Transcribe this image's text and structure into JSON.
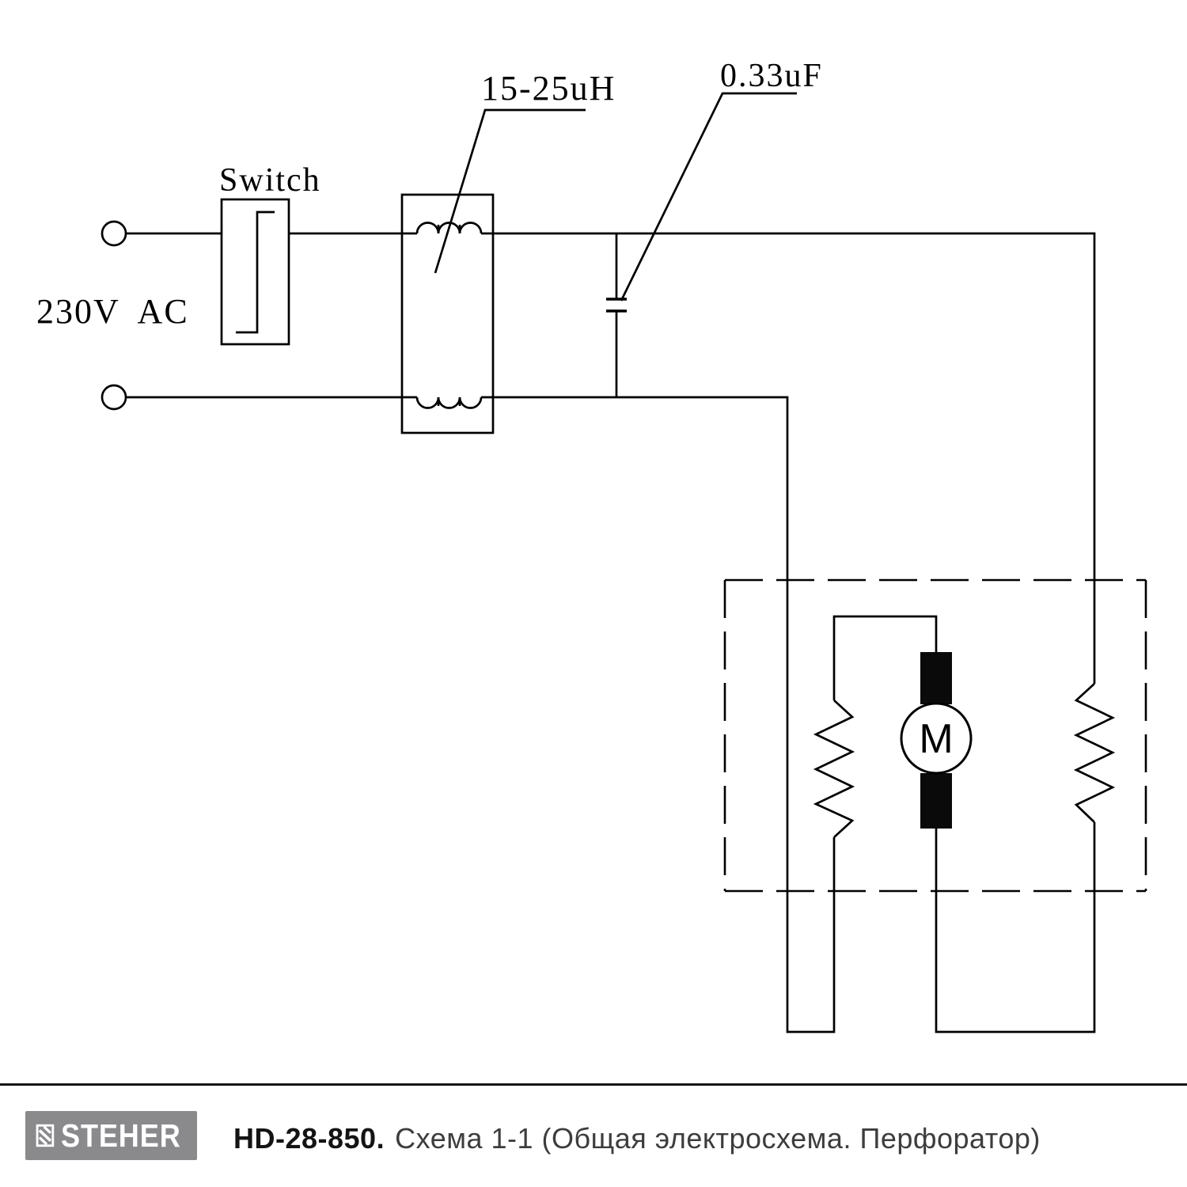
{
  "schematic": {
    "source_label": "230V AC",
    "switch_label": "Switch",
    "inductor_label": "15-25uH",
    "capacitor_label": "0.33uF",
    "motor_label": "M"
  },
  "footer": {
    "logo_text": "STEHER",
    "logo_bg": "#8a8a8c",
    "model": "HD-28-850.",
    "caption": "Схема 1-1 (Общая электросхема. Перфоратор)"
  },
  "colors": {
    "line": "#000000",
    "separator": "#161616",
    "caption_text": "#3d3d3d"
  }
}
